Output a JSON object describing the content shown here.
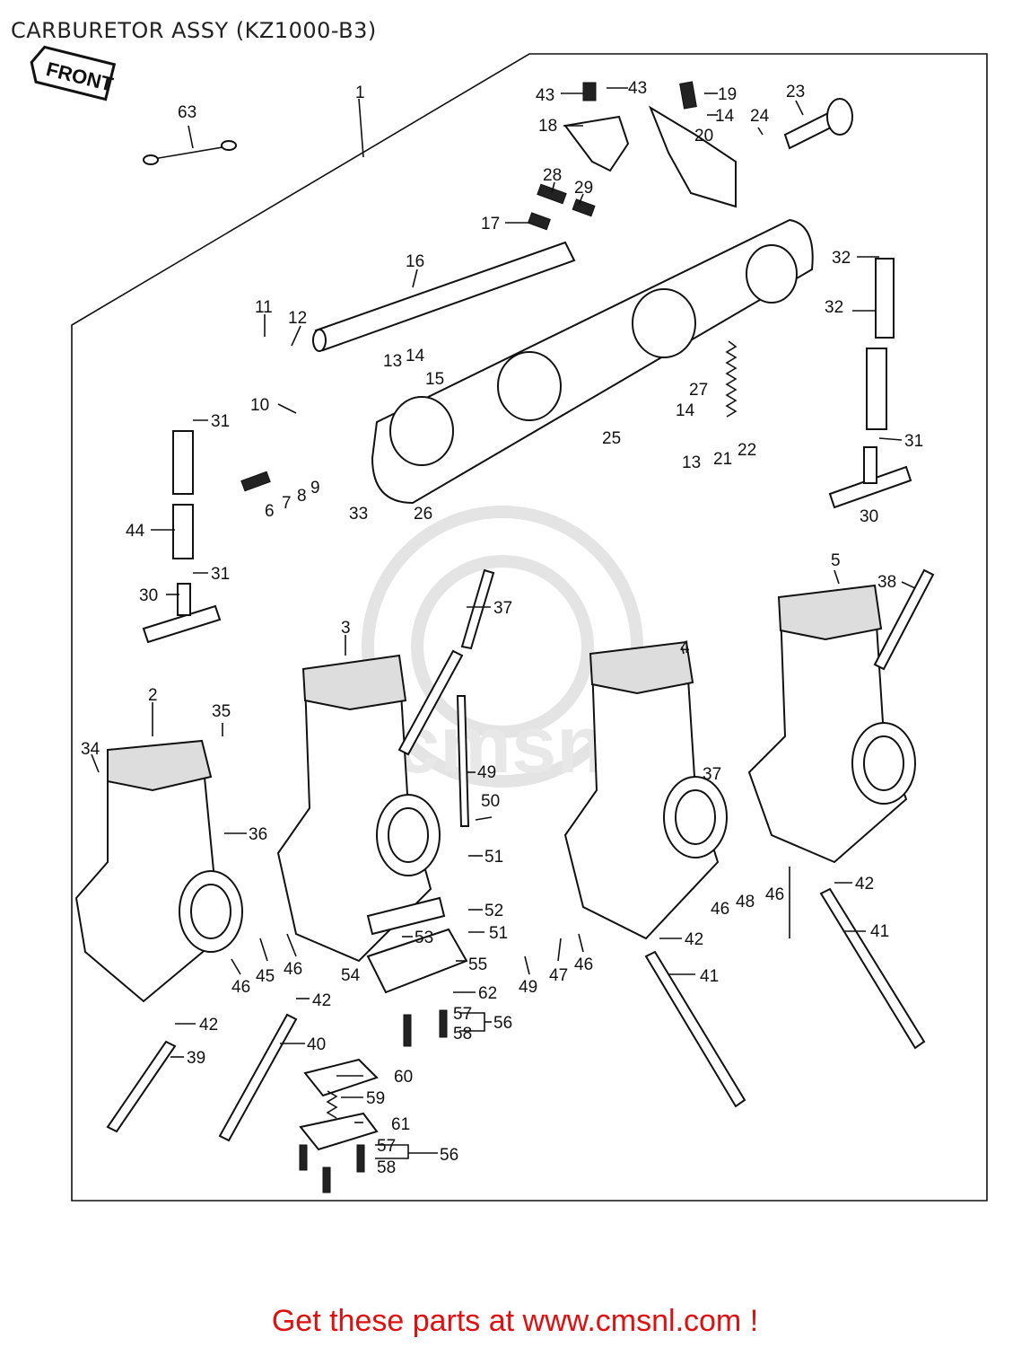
{
  "title": "CARBURETOR ASSY (KZ1000-B3)",
  "front_tag": "FRONT",
  "footer": "Get these parts at www.cmsnl.com !",
  "watermark": "cmsnl",
  "callouts": [
    {
      "id": "c63",
      "text": "63"
    },
    {
      "id": "c1",
      "text": "1"
    },
    {
      "id": "c43a",
      "text": "43"
    },
    {
      "id": "c43b",
      "text": "43"
    },
    {
      "id": "c19",
      "text": "19"
    },
    {
      "id": "c14a",
      "text": "14"
    },
    {
      "id": "c23",
      "text": "23"
    },
    {
      "id": "c24",
      "text": "24"
    },
    {
      "id": "c18",
      "text": "18"
    },
    {
      "id": "c20",
      "text": "20"
    },
    {
      "id": "c28",
      "text": "28"
    },
    {
      "id": "c29",
      "text": "29"
    },
    {
      "id": "c17",
      "text": "17"
    },
    {
      "id": "c32a",
      "text": "32"
    },
    {
      "id": "c32b",
      "text": "32"
    },
    {
      "id": "c16",
      "text": "16"
    },
    {
      "id": "c11",
      "text": "11"
    },
    {
      "id": "c12",
      "text": "12"
    },
    {
      "id": "c13a",
      "text": "13"
    },
    {
      "id": "c14b",
      "text": "14"
    },
    {
      "id": "c15",
      "text": "15"
    },
    {
      "id": "c10",
      "text": "10"
    },
    {
      "id": "c27",
      "text": "27"
    },
    {
      "id": "c14c",
      "text": "14"
    },
    {
      "id": "c25",
      "text": "25"
    },
    {
      "id": "c13b",
      "text": "13"
    },
    {
      "id": "c21",
      "text": "21"
    },
    {
      "id": "c22",
      "text": "22"
    },
    {
      "id": "c31a",
      "text": "31"
    },
    {
      "id": "c31b",
      "text": "31"
    },
    {
      "id": "c6",
      "text": "6"
    },
    {
      "id": "c7",
      "text": "7"
    },
    {
      "id": "c8",
      "text": "8"
    },
    {
      "id": "c9",
      "text": "9"
    },
    {
      "id": "c33",
      "text": "33"
    },
    {
      "id": "c26",
      "text": "26"
    },
    {
      "id": "c30a",
      "text": "30"
    },
    {
      "id": "c44",
      "text": "44"
    },
    {
      "id": "c31c",
      "text": "31"
    },
    {
      "id": "c30b",
      "text": "30"
    },
    {
      "id": "c5",
      "text": "5"
    },
    {
      "id": "c38",
      "text": "38"
    },
    {
      "id": "c37a",
      "text": "37"
    },
    {
      "id": "c3",
      "text": "3"
    },
    {
      "id": "c4",
      "text": "4"
    },
    {
      "id": "c2",
      "text": "2"
    },
    {
      "id": "c35",
      "text": "35"
    },
    {
      "id": "c34",
      "text": "34"
    },
    {
      "id": "c49a",
      "text": "49"
    },
    {
      "id": "c37b",
      "text": "37"
    },
    {
      "id": "c50",
      "text": "50"
    },
    {
      "id": "c36",
      "text": "36"
    },
    {
      "id": "c51a",
      "text": "51"
    },
    {
      "id": "c52",
      "text": "52"
    },
    {
      "id": "c51b",
      "text": "51"
    },
    {
      "id": "c46a",
      "text": "46"
    },
    {
      "id": "c48",
      "text": "48"
    },
    {
      "id": "c46b",
      "text": "46"
    },
    {
      "id": "c42a",
      "text": "42"
    },
    {
      "id": "c41a",
      "text": "41"
    },
    {
      "id": "c53",
      "text": "53"
    },
    {
      "id": "c55",
      "text": "55"
    },
    {
      "id": "c54",
      "text": "54"
    },
    {
      "id": "c49b",
      "text": "49"
    },
    {
      "id": "c47",
      "text": "47"
    },
    {
      "id": "c46c",
      "text": "46"
    },
    {
      "id": "c42b",
      "text": "42"
    },
    {
      "id": "c41b",
      "text": "41"
    },
    {
      "id": "c46d",
      "text": "46"
    },
    {
      "id": "c45",
      "text": "45"
    },
    {
      "id": "c46e",
      "text": "46"
    },
    {
      "id": "c62",
      "text": "62"
    },
    {
      "id": "c42c",
      "text": "42"
    },
    {
      "id": "c57a",
      "text": "57"
    },
    {
      "id": "c56a",
      "text": "56"
    },
    {
      "id": "c58a",
      "text": "58"
    },
    {
      "id": "c42d",
      "text": "42"
    },
    {
      "id": "c40",
      "text": "40"
    },
    {
      "id": "c39",
      "text": "39"
    },
    {
      "id": "c60",
      "text": "60"
    },
    {
      "id": "c59",
      "text": "59"
    },
    {
      "id": "c61",
      "text": "61"
    },
    {
      "id": "c57b",
      "text": "57"
    },
    {
      "id": "c56b",
      "text": "56"
    },
    {
      "id": "c58b",
      "text": "58"
    }
  ]
}
